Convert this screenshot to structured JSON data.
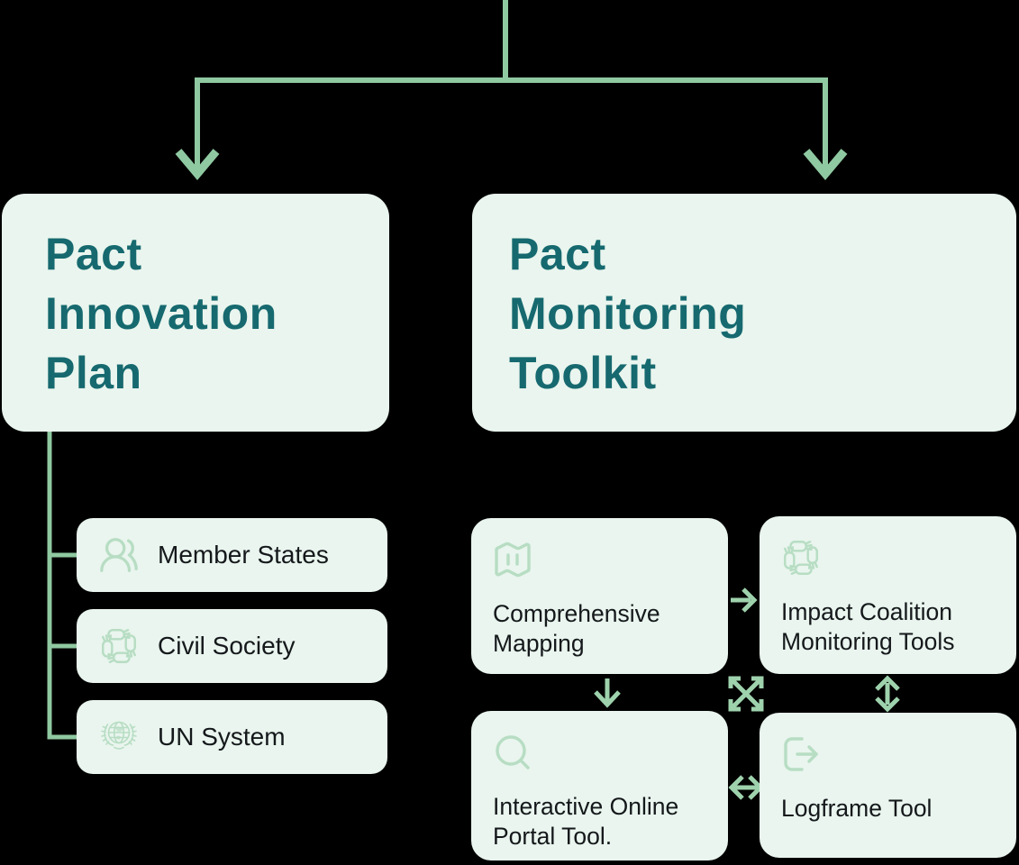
{
  "colors": {
    "background": "#000000",
    "card_fill": "#e9f5ee",
    "title_teal": "#16696f",
    "text_dark": "#15181b",
    "connector_green": "#8fc9a1",
    "arrow_green": "#9ed2ad",
    "icon_green": "#b7ddc3"
  },
  "branches": {
    "innovation": {
      "title": "Pact Innovation Plan",
      "title_lines": [
        "Pact",
        "Innovation",
        "Plan"
      ],
      "items": [
        {
          "label": "Member States",
          "icon": "users-round-icon"
        },
        {
          "label": "Civil Society",
          "icon": "hands-together-icon"
        },
        {
          "label": "UN System",
          "icon": "un-emblem-icon"
        }
      ]
    },
    "monitoring": {
      "title": "Pact Monitoring Toolkit",
      "title_lines": [
        "Pact",
        "Monitoring",
        "Toolkit"
      ],
      "tools": [
        {
          "label": "Comprehensive Mapping",
          "icon": "map-icon"
        },
        {
          "label": "Impact Coalition Monitoring Tools",
          "icon": "hands-together-icon"
        },
        {
          "label": "Interactive Online Portal Tool.",
          "icon": "search-icon"
        },
        {
          "label": "Logframe Tool",
          "icon": "logout-arrow-icon"
        }
      ],
      "arrows": [
        "right-arrow",
        "down-arrow",
        "cross-diagonal-arrows",
        "vertical-double-arrow",
        "horizontal-double-arrow"
      ]
    }
  }
}
